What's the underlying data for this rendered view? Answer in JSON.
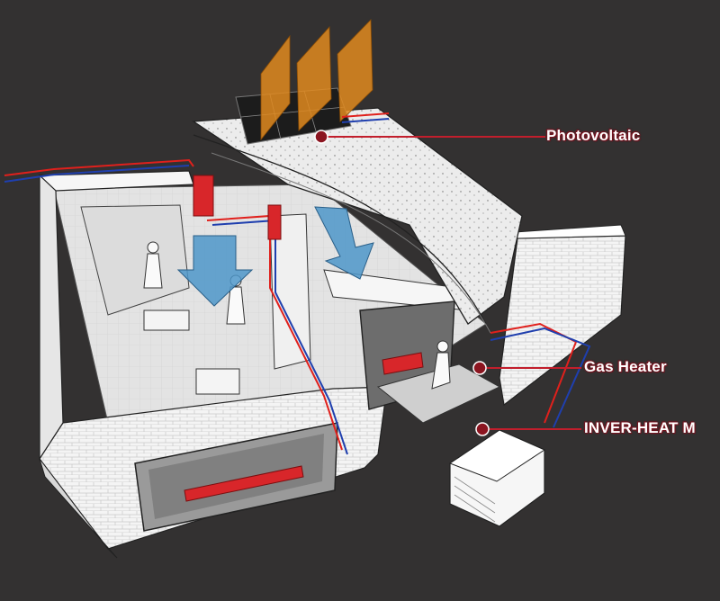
{
  "callouts": [
    {
      "id": "pv",
      "label": "Photovoltaic"
    },
    {
      "id": "gas",
      "label": "Gas Heater"
    },
    {
      "id": "inver",
      "label": "INVER-HEAT M"
    }
  ],
  "colors": {
    "background": "#333131",
    "callout_line": "#c21e2c",
    "callout_dot": "#8b1520",
    "hot_pipe": "#e0201c",
    "cold_pipe": "#1f3fae",
    "airflow": "#4e97c9",
    "solar": "#e08a1e",
    "wall": "#f2f2f2"
  },
  "icons": {
    "solar": "photovoltaic-panel-icon",
    "heater": "gas-heater-icon",
    "heatpump": "heat-pump-unit-icon"
  }
}
